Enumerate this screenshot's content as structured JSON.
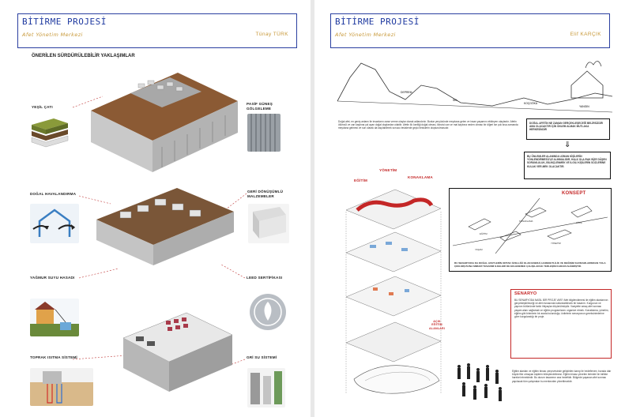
{
  "left_page": {
    "header": {
      "title": "BİTİRME PROJESİ",
      "subtitle": "Afet Yönetim Merkezi",
      "author": "Tünay TÜRK"
    },
    "section_title": "ÖNERİLEN SÜRDÜRÜLEBİLİR YAKLAŞIMLAR",
    "labels": {
      "green_roof": "YEŞİL ÇATI",
      "passive_shading": "PASİF GÜNEŞ\nGÖLGELEME",
      "natural_ventilation": "DOĞAL HAVALANDIRMA",
      "recycled_materials": "GERİ DÖNÜŞÜMLÜ\nMALZEMELER",
      "rain_harvest": "YAĞMUR SUYU HASADI",
      "leed": "LEED SERTİFİKASI",
      "ground_heating": "TOPRAK ISITMA SİSTEMİ",
      "greywater": "GRİ SU SİSTEMİ"
    }
  },
  "right_page": {
    "header": {
      "title": "BİTİRME PROJESİ",
      "subtitle": "Afet Yönetim Merkezi",
      "author": "Elif KARÇIK"
    },
    "sketch_labels": [
      "DEPREM",
      "SEL",
      "KOÇGÖKA",
      "YANGIN"
    ],
    "intro_text": "Doğal afet, en geniş anlamı ile insanların zarar verme olaylar olarak adlandırılır. Bunlar yeryüzünde meydana gelen ve insan yaşamını etkileyen olaylardır. Afetin ölümcül ve can kaybına yol açan doğal olaylardan olabilir. Afetin ilk özelliği doğal olması, ikincisi can ve mal kaybına neden olması bir diğeri ise çok kısa zamanda meydana gelmesi ve son olarak da kaçılabilmek sonucu tesislerde geçici tesislerin oluşturulmasıdır.",
    "box1": "DOĞAL AFETİN NE ZAMAN GERÇEKLEŞECEĞİ BELİRSİZDİR AMA OLACAKTIR İÇİN ÖNLEM ALMAK MUTLAKA HERKESİNDİR",
    "box2": "BU ÖNLEMLER ALANINDA UZMAN KİŞİLERİN YÖNLENDİRMESİYLE ALINMALIDIR. HALK OLA-RAK BİZE DÜŞEN SORUMLULUK, BİLİNÇLENMEK VE İLGİLİ KİŞİLERİN SÖZLERİNE KULAK VER-MEK OLACAKTIR.",
    "axo_labels": {
      "yonetim": "YÖNETİM",
      "egitim": "EĞİTİM",
      "konaklama": "KONAKLAMA",
      "acik": "AÇIK\nEĞİTİM\nALANLARI"
    },
    "concept_title": "KONSEPT",
    "concept_labels": [
      "EĞİTİM",
      "KONAKLAMA",
      "YÖNETİM",
      "GİRİŞ",
      "YAŞAM"
    ],
    "concept_text": "BU SENARYODA DA DOĞAL AFETLERİN ORTAK ÖZELLİĞİ OLAN ENERJİ, HAREKETLİLİK VE DEĞİŞİM KAVRAMLARINDAN YOLA ÇIKILMIŞ BUNA MİMARİ TASARIM İLKELERİ DE EKLENEREK ÇALIŞILARAK YERLEŞİM KARARI ALINMIŞTIR.",
    "scenario_title": "SENARYO",
    "scenario_text": "BU SENARYODA NASIL BİR PROJE VAR? Afet bilgilendirmesi ile eğitim alanlarının gerçekleştirileceği ve afet esnasında kullanılabilecek bir tasarım. Kurgunun ve yapının bütününde farklı ihtiyaçlar düşünülmüştür. Vaziyette amaç afet sonrası yaşam alanı sağlamak ve eğitim programlarını organize etmek. Konaklama, yönetim, eğitim gibi birimlerin bir arada bulunduğu; ünitelerin senaryonun gereksinimlerine göre kurgulandığı bir proje.",
    "bottom_text": "Eğitim alanları ve eğitim binası çerçevesinde geliştirilen kamp ile hedeflenen; burada dair büyük fikir olmayan kişilerin bilinçlendirilmesi. Eğitim binası yönetim birimleri ile birlikte hareket etmektedir. Bu durum tasarımın ana hedefidir. Bölgede yaşanan afet sonrası yapılacak tüm çalışmalar bu merkezden yönetilecektir."
  },
  "colors": {
    "header_border": "#2a3fa0",
    "title": "#1f3aa0",
    "subtitle": "#c8993a",
    "accent_red": "#c42727"
  }
}
